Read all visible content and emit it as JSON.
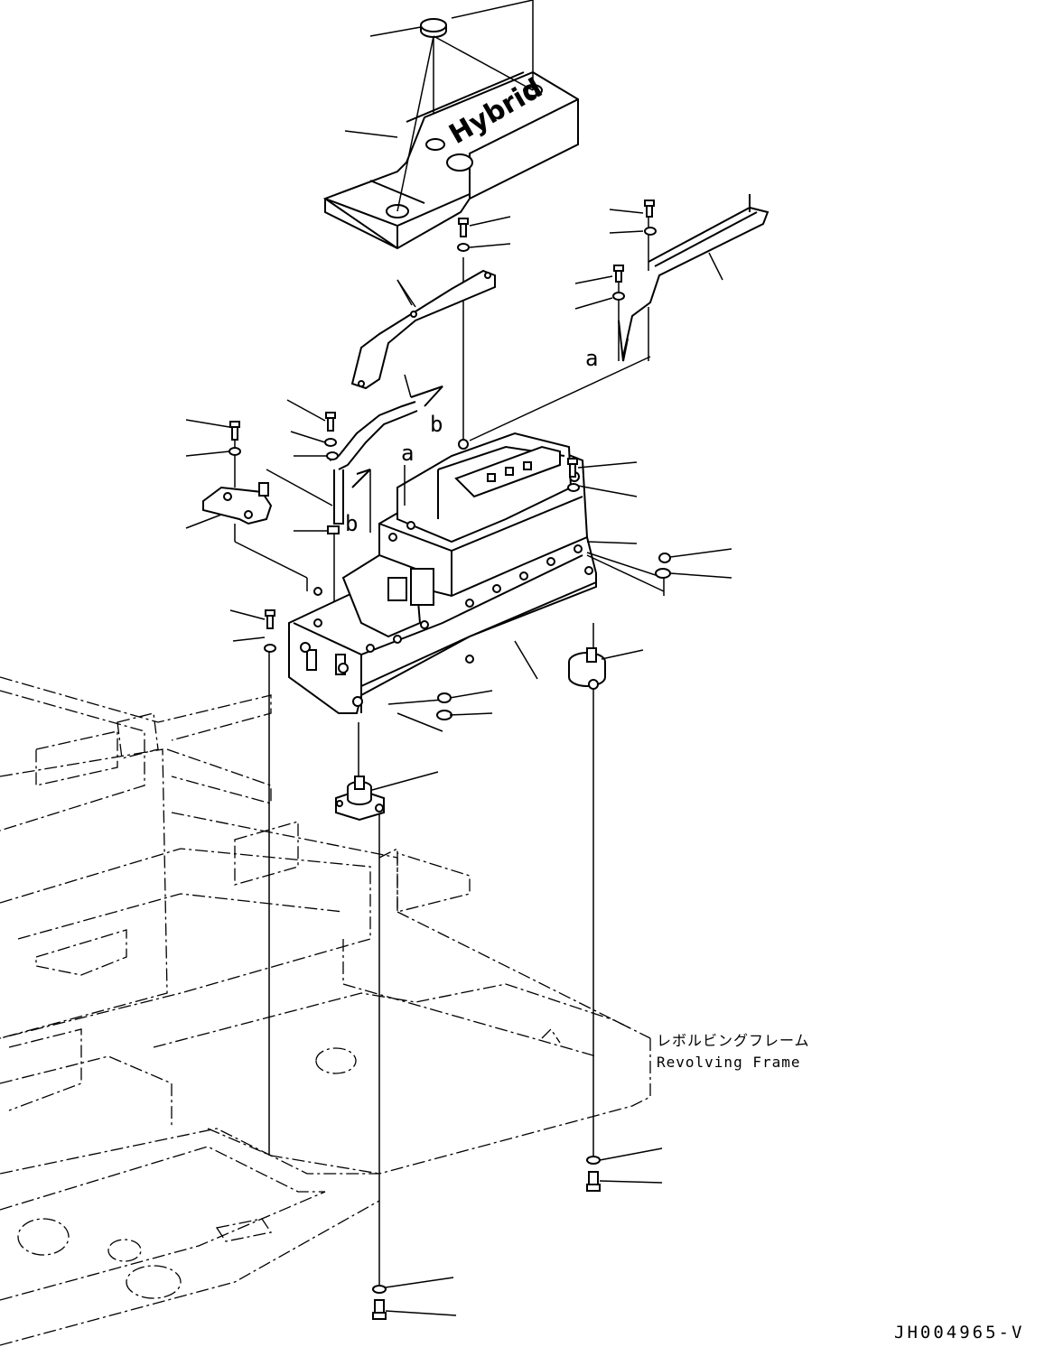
{
  "callout_labels": {
    "a_upper": "a",
    "a_lower": "a",
    "b_upper": "b",
    "b_lower": "b"
  },
  "cover": {
    "logo_text": "Hybrid"
  },
  "frame_label": {
    "japanese": "レボルビングフレーム",
    "english": "Revolving Frame"
  },
  "drawing_code": "JH004965-V"
}
